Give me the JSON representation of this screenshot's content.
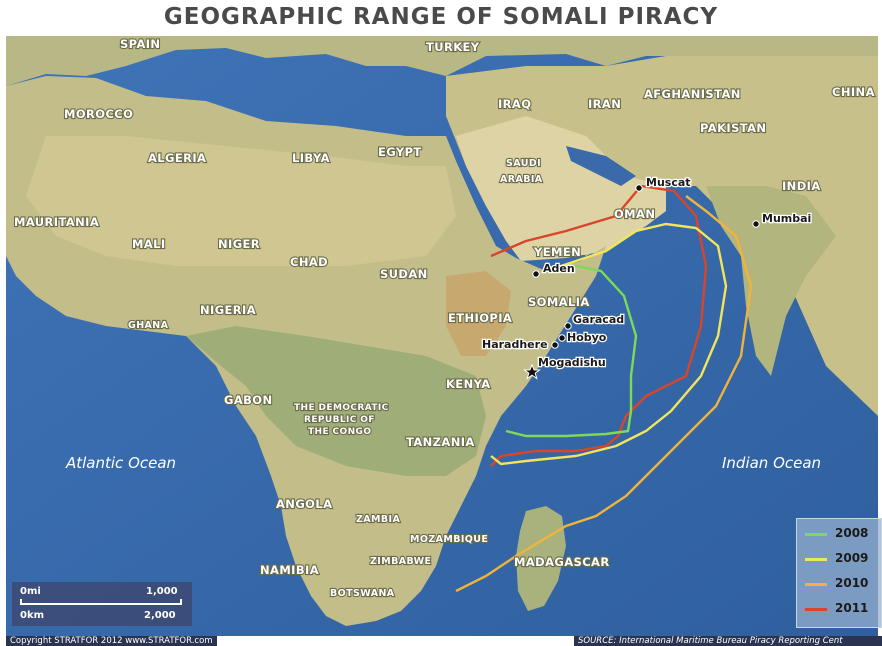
{
  "map": {
    "title": "GEOGRAPHIC RANGE OF SOMALI PIRACY",
    "countries": [
      "SPAIN",
      "TURKEY",
      "MOROCCO",
      "IRAQ",
      "IRAN",
      "AFGHANISTAN",
      "CHINA",
      "PAKISTAN",
      "ALGERIA",
      "LIBYA",
      "EGYPT",
      "SAUDI",
      "ARABIA",
      "INDIA",
      "MAURITANIA",
      "OMAN",
      "MALI",
      "NIGER",
      "CHAD",
      "SUDAN",
      "YEMEN",
      "SOMALIA",
      "GHANA",
      "NIGERIA",
      "ETHIOPIA",
      "KENYA",
      "GABON",
      "THE DEMOCRATIC",
      "REPUBLIC OF",
      "THE CONGO",
      "TANZANIA",
      "ANGOLA",
      "ZAMBIA",
      "MOZAMBIQUE",
      "NAMIBIA",
      "ZIMBABWE",
      "BOTSWANA",
      "MADAGASCAR"
    ],
    "cities": [
      "Muscat",
      "Mumbai",
      "Aden",
      "Garacad",
      "Hobyo",
      "Haradhere",
      "Mogadishu"
    ],
    "oceans": [
      "Atlantic Ocean",
      "Indian Ocean"
    ],
    "legend": [
      {
        "year": "2008",
        "color": "#7ed957"
      },
      {
        "year": "2009",
        "color": "#f2e55a"
      },
      {
        "year": "2010",
        "color": "#f0b43c"
      },
      {
        "year": "2011",
        "color": "#d9442a"
      }
    ],
    "scale": {
      "mi_start": "0mi",
      "mi_end": "1,000",
      "km_start": "0km",
      "km_end": "2,000"
    },
    "copyright": "Copyright STRATFOR 2012   www.STRATFOR.com",
    "source": "SOURCE: International Maritime Bureau Piracy Reporting Cent",
    "colors": {
      "sea": "#3d6fb0",
      "land": "#c9c38d",
      "land_green": "#a3b27a",
      "desert": "#ddd3a6"
    }
  }
}
